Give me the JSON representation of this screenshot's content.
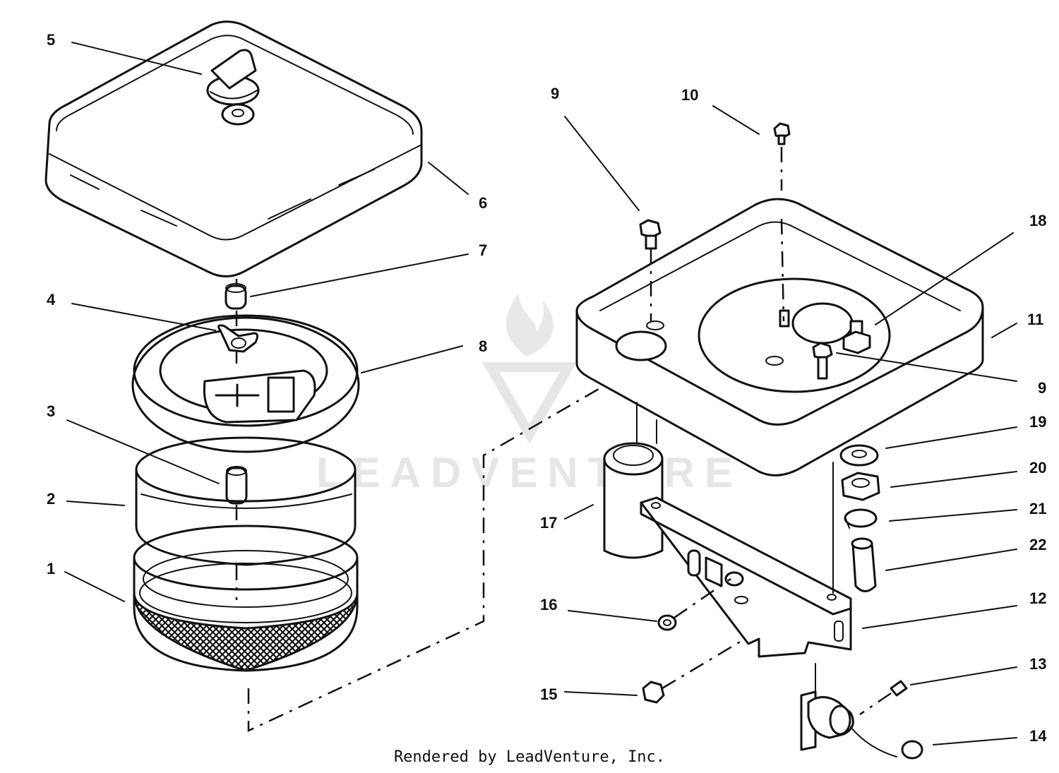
{
  "watermark": {
    "text": "LEADVENTURE"
  },
  "footer": {
    "text": "Rendered by LeadVenture, Inc."
  },
  "callouts": [
    {
      "id": "1",
      "label": "1"
    },
    {
      "id": "2",
      "label": "2"
    },
    {
      "id": "3",
      "label": "3"
    },
    {
      "id": "4",
      "label": "4"
    },
    {
      "id": "5",
      "label": "5"
    },
    {
      "id": "6",
      "label": "6"
    },
    {
      "id": "7",
      "label": "7"
    },
    {
      "id": "8",
      "label": "8"
    },
    {
      "id": "9a",
      "label": "9"
    },
    {
      "id": "9b",
      "label": "9"
    },
    {
      "id": "10",
      "label": "10"
    },
    {
      "id": "11",
      "label": "11"
    },
    {
      "id": "12",
      "label": "12"
    },
    {
      "id": "13",
      "label": "13"
    },
    {
      "id": "14",
      "label": "14"
    },
    {
      "id": "15",
      "label": "15"
    },
    {
      "id": "16",
      "label": "16"
    },
    {
      "id": "17",
      "label": "17"
    },
    {
      "id": "18",
      "label": "18"
    },
    {
      "id": "19",
      "label": "19"
    },
    {
      "id": "20",
      "label": "20"
    },
    {
      "id": "21",
      "label": "21"
    },
    {
      "id": "22",
      "label": "22"
    }
  ]
}
